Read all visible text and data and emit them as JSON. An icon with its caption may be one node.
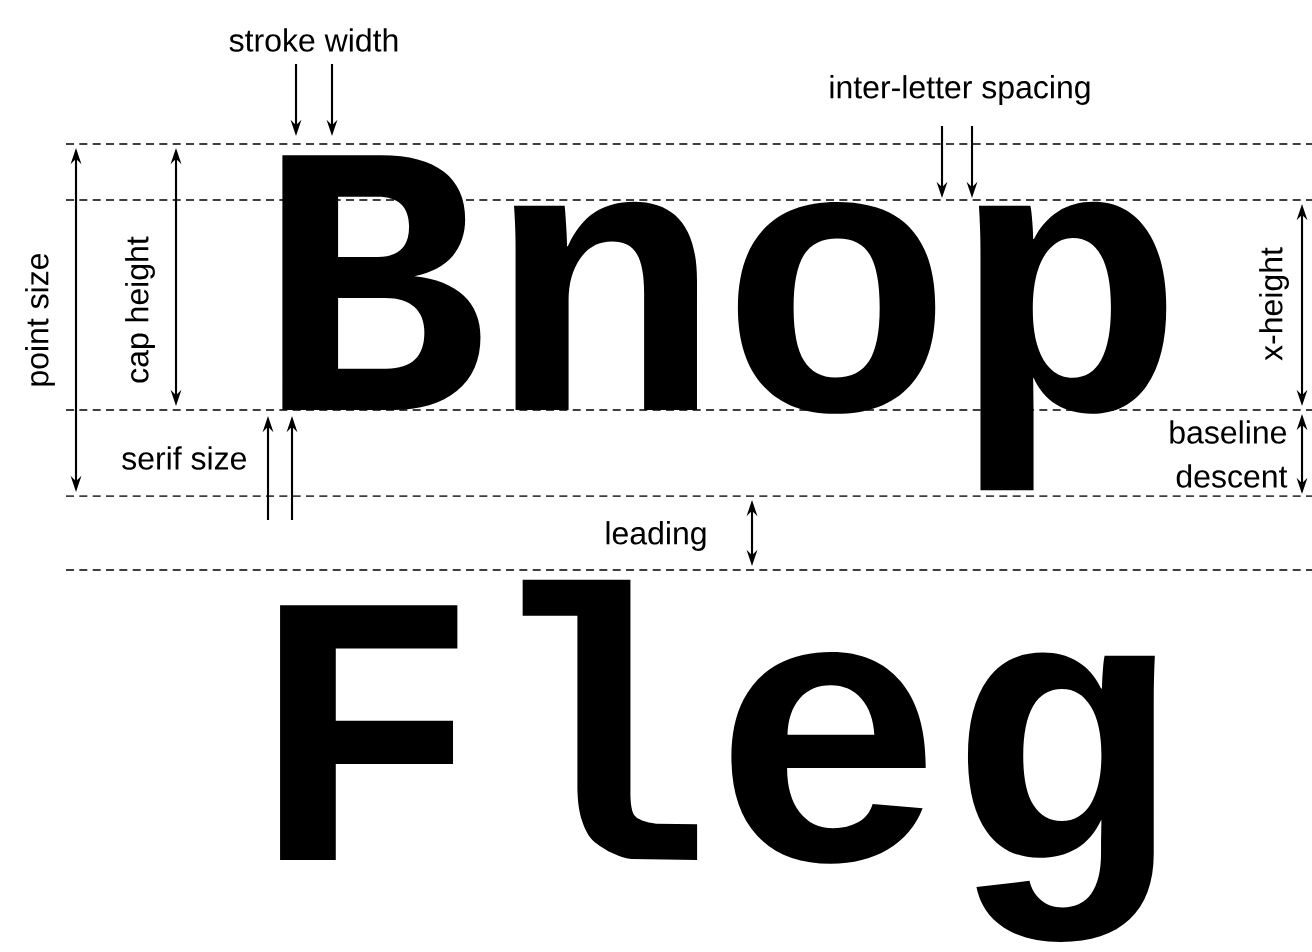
{
  "diagram": {
    "labels": [
      "stroke width",
      "inter-letter spacing",
      "point size",
      "cap height",
      "Bnop",
      "x-height",
      "serif size",
      "descent",
      "baseline",
      "leading",
      "Fleg"
    ]
  }
}
